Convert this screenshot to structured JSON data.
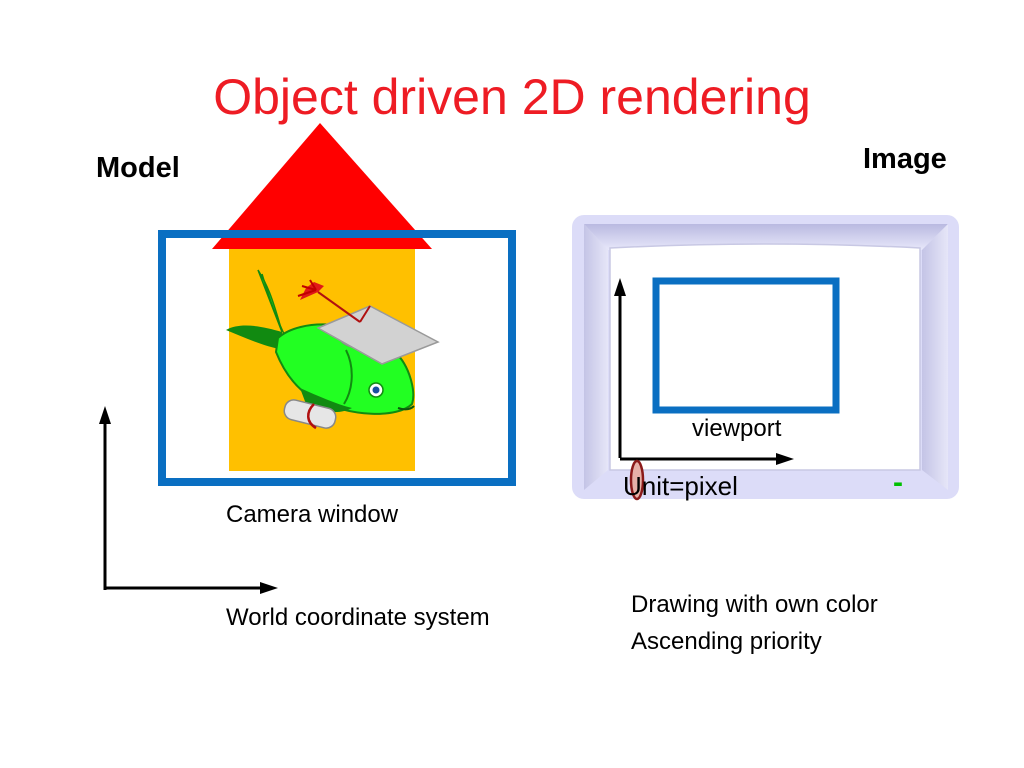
{
  "slide": {
    "title": "Object driven 2D rendering",
    "model_label": "Model",
    "image_label": "Image",
    "camera_window_label": "Camera window",
    "world_coords_label": "World coordinate system",
    "viewport_label": "viewport",
    "unit_label": "Unit=pixel",
    "dash_mark": "-",
    "notes": [
      "Drawing with own color",
      "Ascending priority"
    ]
  },
  "colors": {
    "title": "#ee1c24",
    "frame_blue": "#0a6fc2",
    "house_body": "#ffc000",
    "roof": "#ff0000",
    "fish": "#22ff22",
    "fish_dark": "#118a11",
    "monitor_bezel": "#dcdcf8",
    "screen": "#ffffff",
    "dash_green": "#00c000",
    "axis": "#000000"
  },
  "icons": {
    "fish": "graduate-fish-clipart",
    "monitor": "monitor-screen"
  }
}
